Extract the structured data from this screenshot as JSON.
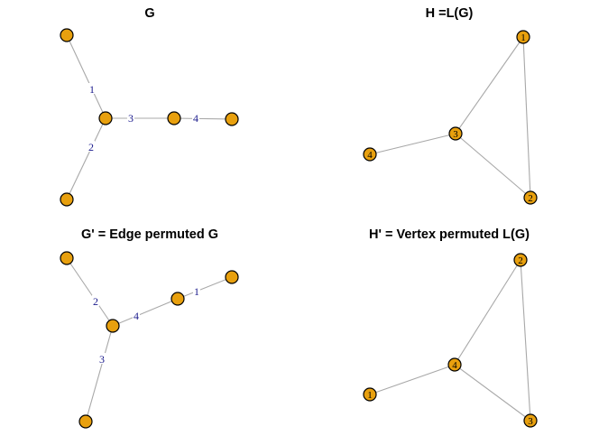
{
  "colors": {
    "node_fill": "#e8a00e",
    "node_stroke": "#000000",
    "edge": "#a8a8a8",
    "edge_label": "#1a1a8c",
    "vertex_label": "#000000"
  },
  "panels": [
    {
      "id": "G",
      "title": "G",
      "vertices": [
        {
          "id": "a",
          "label": ""
        },
        {
          "id": "b",
          "label": ""
        },
        {
          "id": "c",
          "label": ""
        },
        {
          "id": "d",
          "label": ""
        },
        {
          "id": "e",
          "label": ""
        }
      ],
      "edges": [
        {
          "from": "a",
          "to": "c",
          "label": "1"
        },
        {
          "from": "e",
          "to": "c",
          "label": "2"
        },
        {
          "from": "c",
          "to": "d",
          "label": "3"
        },
        {
          "from": "d",
          "to": "b",
          "label": "4"
        }
      ]
    },
    {
      "id": "H",
      "title": "H =L(G)",
      "vertices": [
        {
          "id": "1",
          "label": "1"
        },
        {
          "id": "2",
          "label": "2"
        },
        {
          "id": "3",
          "label": "3"
        },
        {
          "id": "4",
          "label": "4"
        }
      ],
      "edges": [
        {
          "from": "1",
          "to": "3",
          "label": ""
        },
        {
          "from": "1",
          "to": "2",
          "label": ""
        },
        {
          "from": "3",
          "to": "2",
          "label": ""
        },
        {
          "from": "3",
          "to": "4",
          "label": ""
        }
      ]
    },
    {
      "id": "Gp",
      "title": "G' = Edge permuted G",
      "vertices": [
        {
          "id": "a",
          "label": ""
        },
        {
          "id": "b",
          "label": ""
        },
        {
          "id": "c",
          "label": ""
        },
        {
          "id": "d",
          "label": ""
        },
        {
          "id": "e",
          "label": ""
        }
      ],
      "edges": [
        {
          "from": "a",
          "to": "c",
          "label": "2"
        },
        {
          "from": "c",
          "to": "e",
          "label": "3"
        },
        {
          "from": "c",
          "to": "d",
          "label": "4"
        },
        {
          "from": "d",
          "to": "b",
          "label": "1"
        }
      ]
    },
    {
      "id": "Hp",
      "title": "H' = Vertex permuted L(G)",
      "vertices": [
        {
          "id": "1",
          "label": "1"
        },
        {
          "id": "2",
          "label": "2"
        },
        {
          "id": "3",
          "label": "3"
        },
        {
          "id": "4",
          "label": "4"
        }
      ],
      "edges": [
        {
          "from": "2",
          "to": "4",
          "label": ""
        },
        {
          "from": "2",
          "to": "3",
          "label": ""
        },
        {
          "from": "4",
          "to": "3",
          "label": ""
        },
        {
          "from": "4",
          "to": "1",
          "label": ""
        }
      ]
    }
  ]
}
